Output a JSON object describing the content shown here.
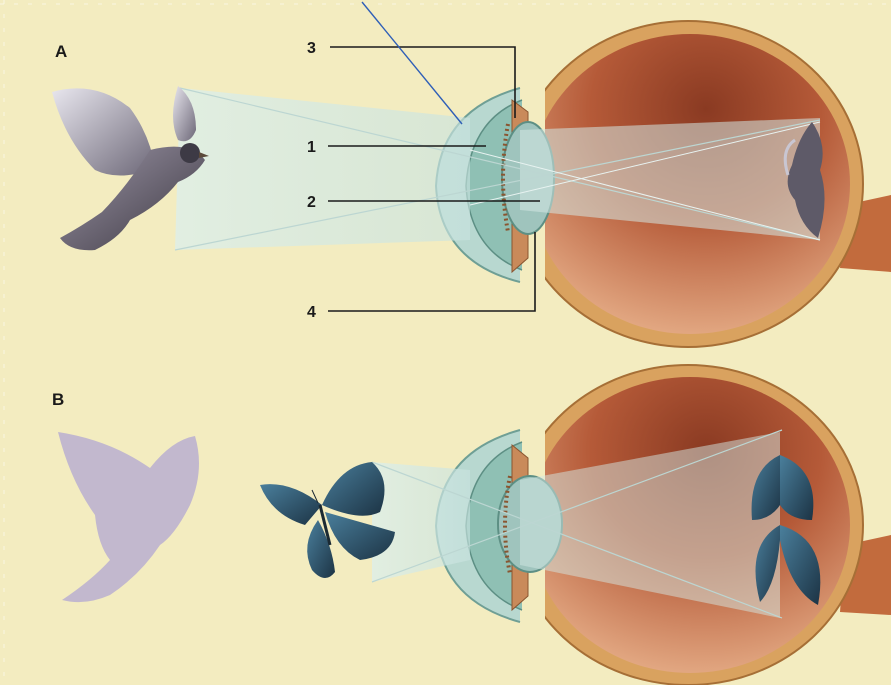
{
  "panels": [
    {
      "label": "A"
    },
    {
      "label": "B"
    }
  ],
  "callouts": [
    {
      "number": "3"
    },
    {
      "number": "1"
    },
    {
      "number": "2"
    },
    {
      "number": "4"
    }
  ],
  "colors": {
    "background": "#f3ecc0",
    "eye_interior": "#b75a3b",
    "sclera": "#d9a25f",
    "cornea": "#a9cfc7",
    "lens": "#9fc4bd",
    "light_cone": "#cfe6e2",
    "pointer_arrow": "#2f5fb7"
  }
}
